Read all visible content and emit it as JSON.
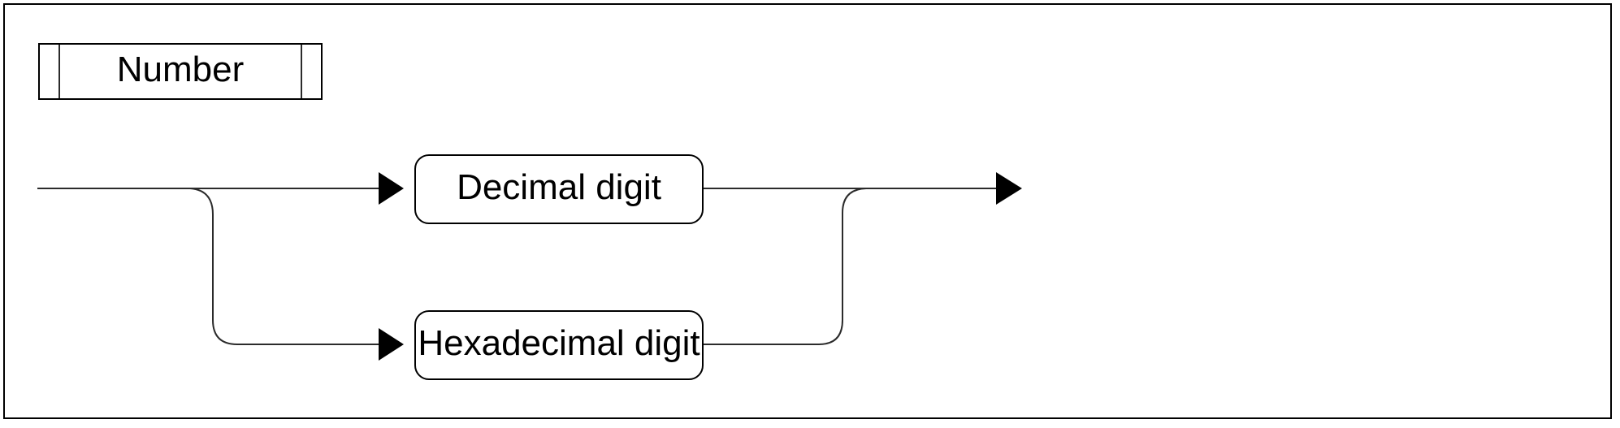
{
  "diagram": {
    "type": "railroad-syntax-diagram",
    "rule_name": "Number",
    "branches": [
      {
        "label": "Decimal digit",
        "kind": "non-terminal"
      },
      {
        "label": "Hexadecimal digit",
        "kind": "non-terminal"
      }
    ],
    "colors": {
      "background": "#ffffff",
      "line": "#2b2b2b",
      "arrow": "#000000",
      "border": "#000000",
      "text": "#000000"
    }
  }
}
